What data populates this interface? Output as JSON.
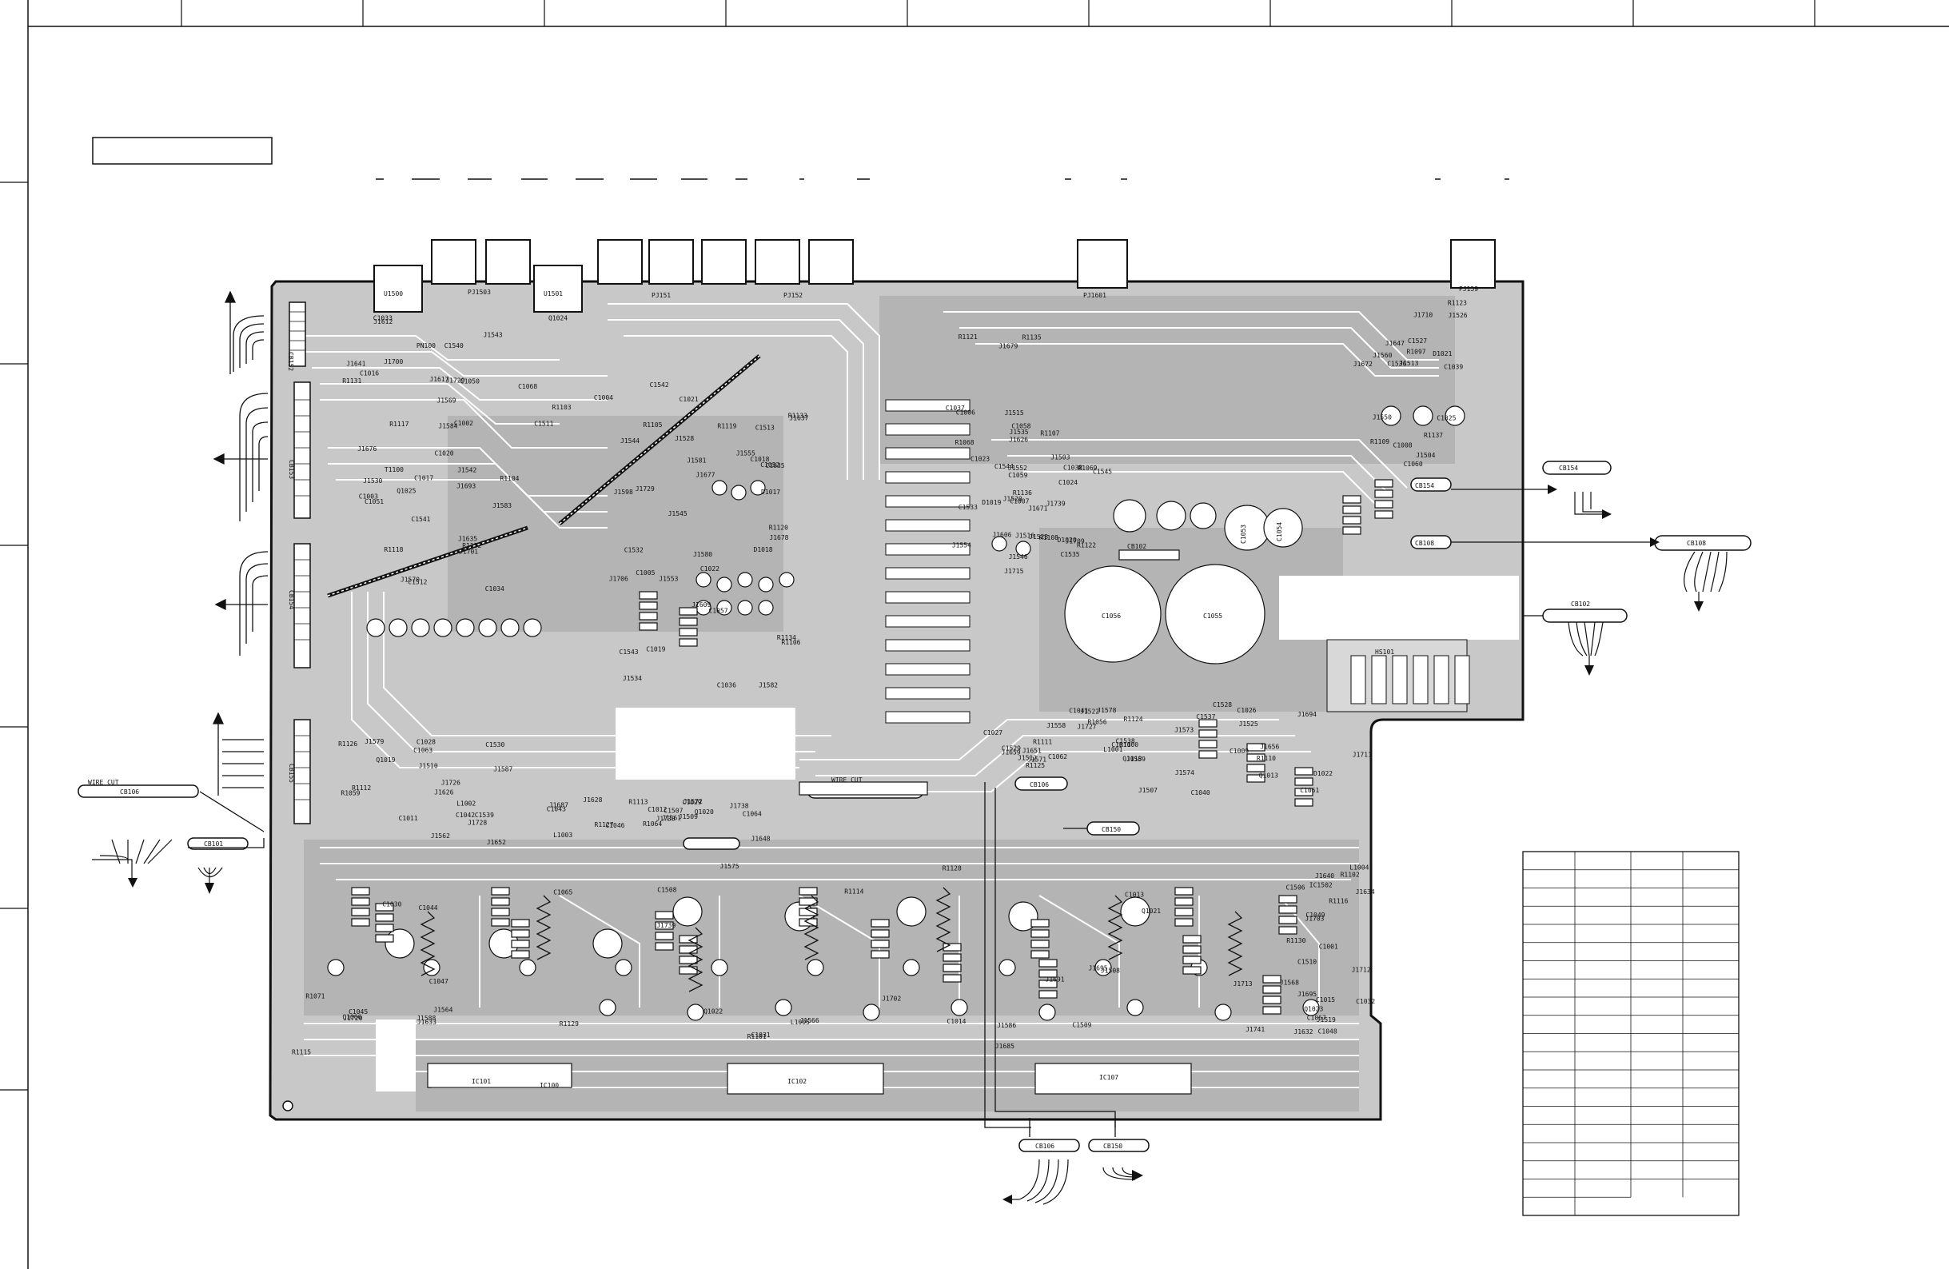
{
  "board": {
    "jacks": [
      {
        "id": "PJ1500",
        "label": "U1500"
      },
      {
        "id": "PJ1503",
        "label": "PJ1503"
      },
      {
        "id": "PJ1501",
        "label": "U1501"
      },
      {
        "id": "PJ151",
        "label": "PJ151"
      },
      {
        "id": "PJ152",
        "label": "PJ152"
      },
      {
        "id": "PJ1601",
        "label": "PJ1601"
      },
      {
        "id": "PJ159",
        "label": "PJ159"
      }
    ],
    "connectors": {
      "cb152": "CB152",
      "cb153": "CB153",
      "cb154": "CB154",
      "cb155": "CB155",
      "cb106": "CB106",
      "cb101": "CB101",
      "cb154r": "CB154",
      "cb108": "CB108",
      "cb102": "CB102",
      "cb108c": "CB108",
      "cb102b": "CB102",
      "cb150": "CB150",
      "cb106b": "CB106",
      "cb150b": "CB150"
    },
    "wire_cut_left": "WIRE CUT",
    "wire_cut_center": "WIRE CUT",
    "ics": {
      "ic101": "IC101",
      "ic100": "IC100",
      "ic102": "IC102",
      "ic107": "IC107"
    },
    "big_caps": {
      "c1056": "C1056",
      "c1055": "C1055",
      "c1053": "C1053",
      "c1054": "C1054"
    },
    "heatsink": "HS101",
    "jumpers": [
      "J1729",
      "J1530",
      "J1528",
      "J1534",
      "J1535",
      "J1528",
      "J1526",
      "J1525",
      "J1522",
      "J1626",
      "J1628",
      "J1632",
      "J1633",
      "J1634",
      "J1617",
      "J1693",
      "J1598",
      "J1580",
      "J1515",
      "J1516",
      "J1513",
      "J1507",
      "J1512",
      "J1510",
      "J1509",
      "J1508",
      "J1564",
      "J1640",
      "J1641",
      "J1635",
      "J1637",
      "J1609",
      "J1606",
      "J1739",
      "J1647",
      "J1694",
      "J1651",
      "J1652",
      "J1648",
      "J1695",
      "J1702",
      "J1703",
      "J1700",
      "J1701",
      "J1729",
      "J1706",
      "J1626",
      "J1546",
      "J1504",
      "J1656",
      "J1659",
      "J1587",
      "J1687",
      "J1691",
      "J1685",
      "J1695",
      "J1612",
      "J1676",
      "J1677",
      "J1678",
      "J1679",
      "J1671",
      "J1672",
      "J1573",
      "J1578",
      "J1579",
      "J1572",
      "J1575",
      "J1566",
      "J1568",
      "J1569",
      "J1570",
      "J1555",
      "J1553",
      "J1554",
      "J1552",
      "J1560",
      "J1559",
      "J1558",
      "J1562",
      "J1561",
      "J1588",
      "J1586",
      "J1712",
      "J1584",
      "J1583",
      "J1581",
      "J1582",
      "J1715",
      "J1709",
      "J1710",
      "J1711",
      "J1727",
      "J1728",
      "J1730",
      "J1713",
      "J1720",
      "J1519",
      "J1543",
      "J1542",
      "J1544",
      "J1545",
      "J1503",
      "J1520",
      "J1550",
      "J1574",
      "J1571",
      "J1726",
      "J1738",
      "J1739",
      "J1741"
    ],
    "misc_refs": [
      "C1506",
      "C1540",
      "C1541",
      "C1542",
      "C1543",
      "C1544",
      "C1545",
      "C1527",
      "C1528",
      "C1529",
      "C1530",
      "C1507",
      "C1508",
      "C1509",
      "C1510",
      "C1511",
      "C1512",
      "C1513",
      "C1532",
      "C1533",
      "C1535",
      "C1536",
      "C1537",
      "C1538",
      "C1539",
      "C1046",
      "C1047",
      "C1048",
      "C1049",
      "C1050",
      "C1051",
      "C1052",
      "C1057",
      "C1058",
      "C1059",
      "C1060",
      "C1061",
      "C1062",
      "C1063",
      "C1064",
      "C1065",
      "C1066",
      "C1067",
      "C1068",
      "C1020",
      "C1021",
      "C1022",
      "C1023",
      "C1024",
      "C1025",
      "C1026",
      "C1027",
      "C1028",
      "C1029",
      "C1030",
      "C1031",
      "C1032",
      "C1033",
      "C1034",
      "C1035",
      "C1036",
      "C1037",
      "C1038",
      "C1039",
      "C1040",
      "C1041",
      "C1042",
      "C1043",
      "C1044",
      "C1045",
      "C1001",
      "C1002",
      "C1003",
      "C1004",
      "C1005",
      "C1006",
      "C1007",
      "C1008",
      "C1009",
      "C1010",
      "C1011",
      "C1012",
      "C1013",
      "C1014",
      "C1015",
      "C1016",
      "C1017",
      "C1018",
      "C1019",
      "R1068",
      "R1069",
      "R1097",
      "R1100",
      "R1056",
      "R1059",
      "R1064",
      "R1071",
      "R1101",
      "R1102",
      "R1103",
      "R1104",
      "R1105",
      "R1106",
      "R1107",
      "R1108",
      "R1109",
      "R1110",
      "R1111",
      "R1112",
      "R1113",
      "R1114",
      "R1115",
      "R1116",
      "R1117",
      "R1118",
      "R1119",
      "R1120",
      "R1121",
      "R1122",
      "R1123",
      "R1124",
      "R1125",
      "R1126",
      "R1127",
      "R1128",
      "R1129",
      "R1130",
      "R1131",
      "R1132",
      "R1133",
      "R1134",
      "R1135",
      "R1136",
      "R1137",
      "Q1013",
      "Q1018",
      "Q1019",
      "Q1020",
      "Q1021",
      "Q1022",
      "Q1023",
      "Q1024",
      "Q1025",
      "D1017",
      "D1018",
      "D1019",
      "D1020",
      "D1021",
      "D1022",
      "L1001",
      "L1002",
      "L1003",
      "L1004",
      "L1005",
      "IC1502",
      "PN100",
      "T1100"
    ]
  },
  "table": {
    "rows": 20,
    "cols": 4
  }
}
